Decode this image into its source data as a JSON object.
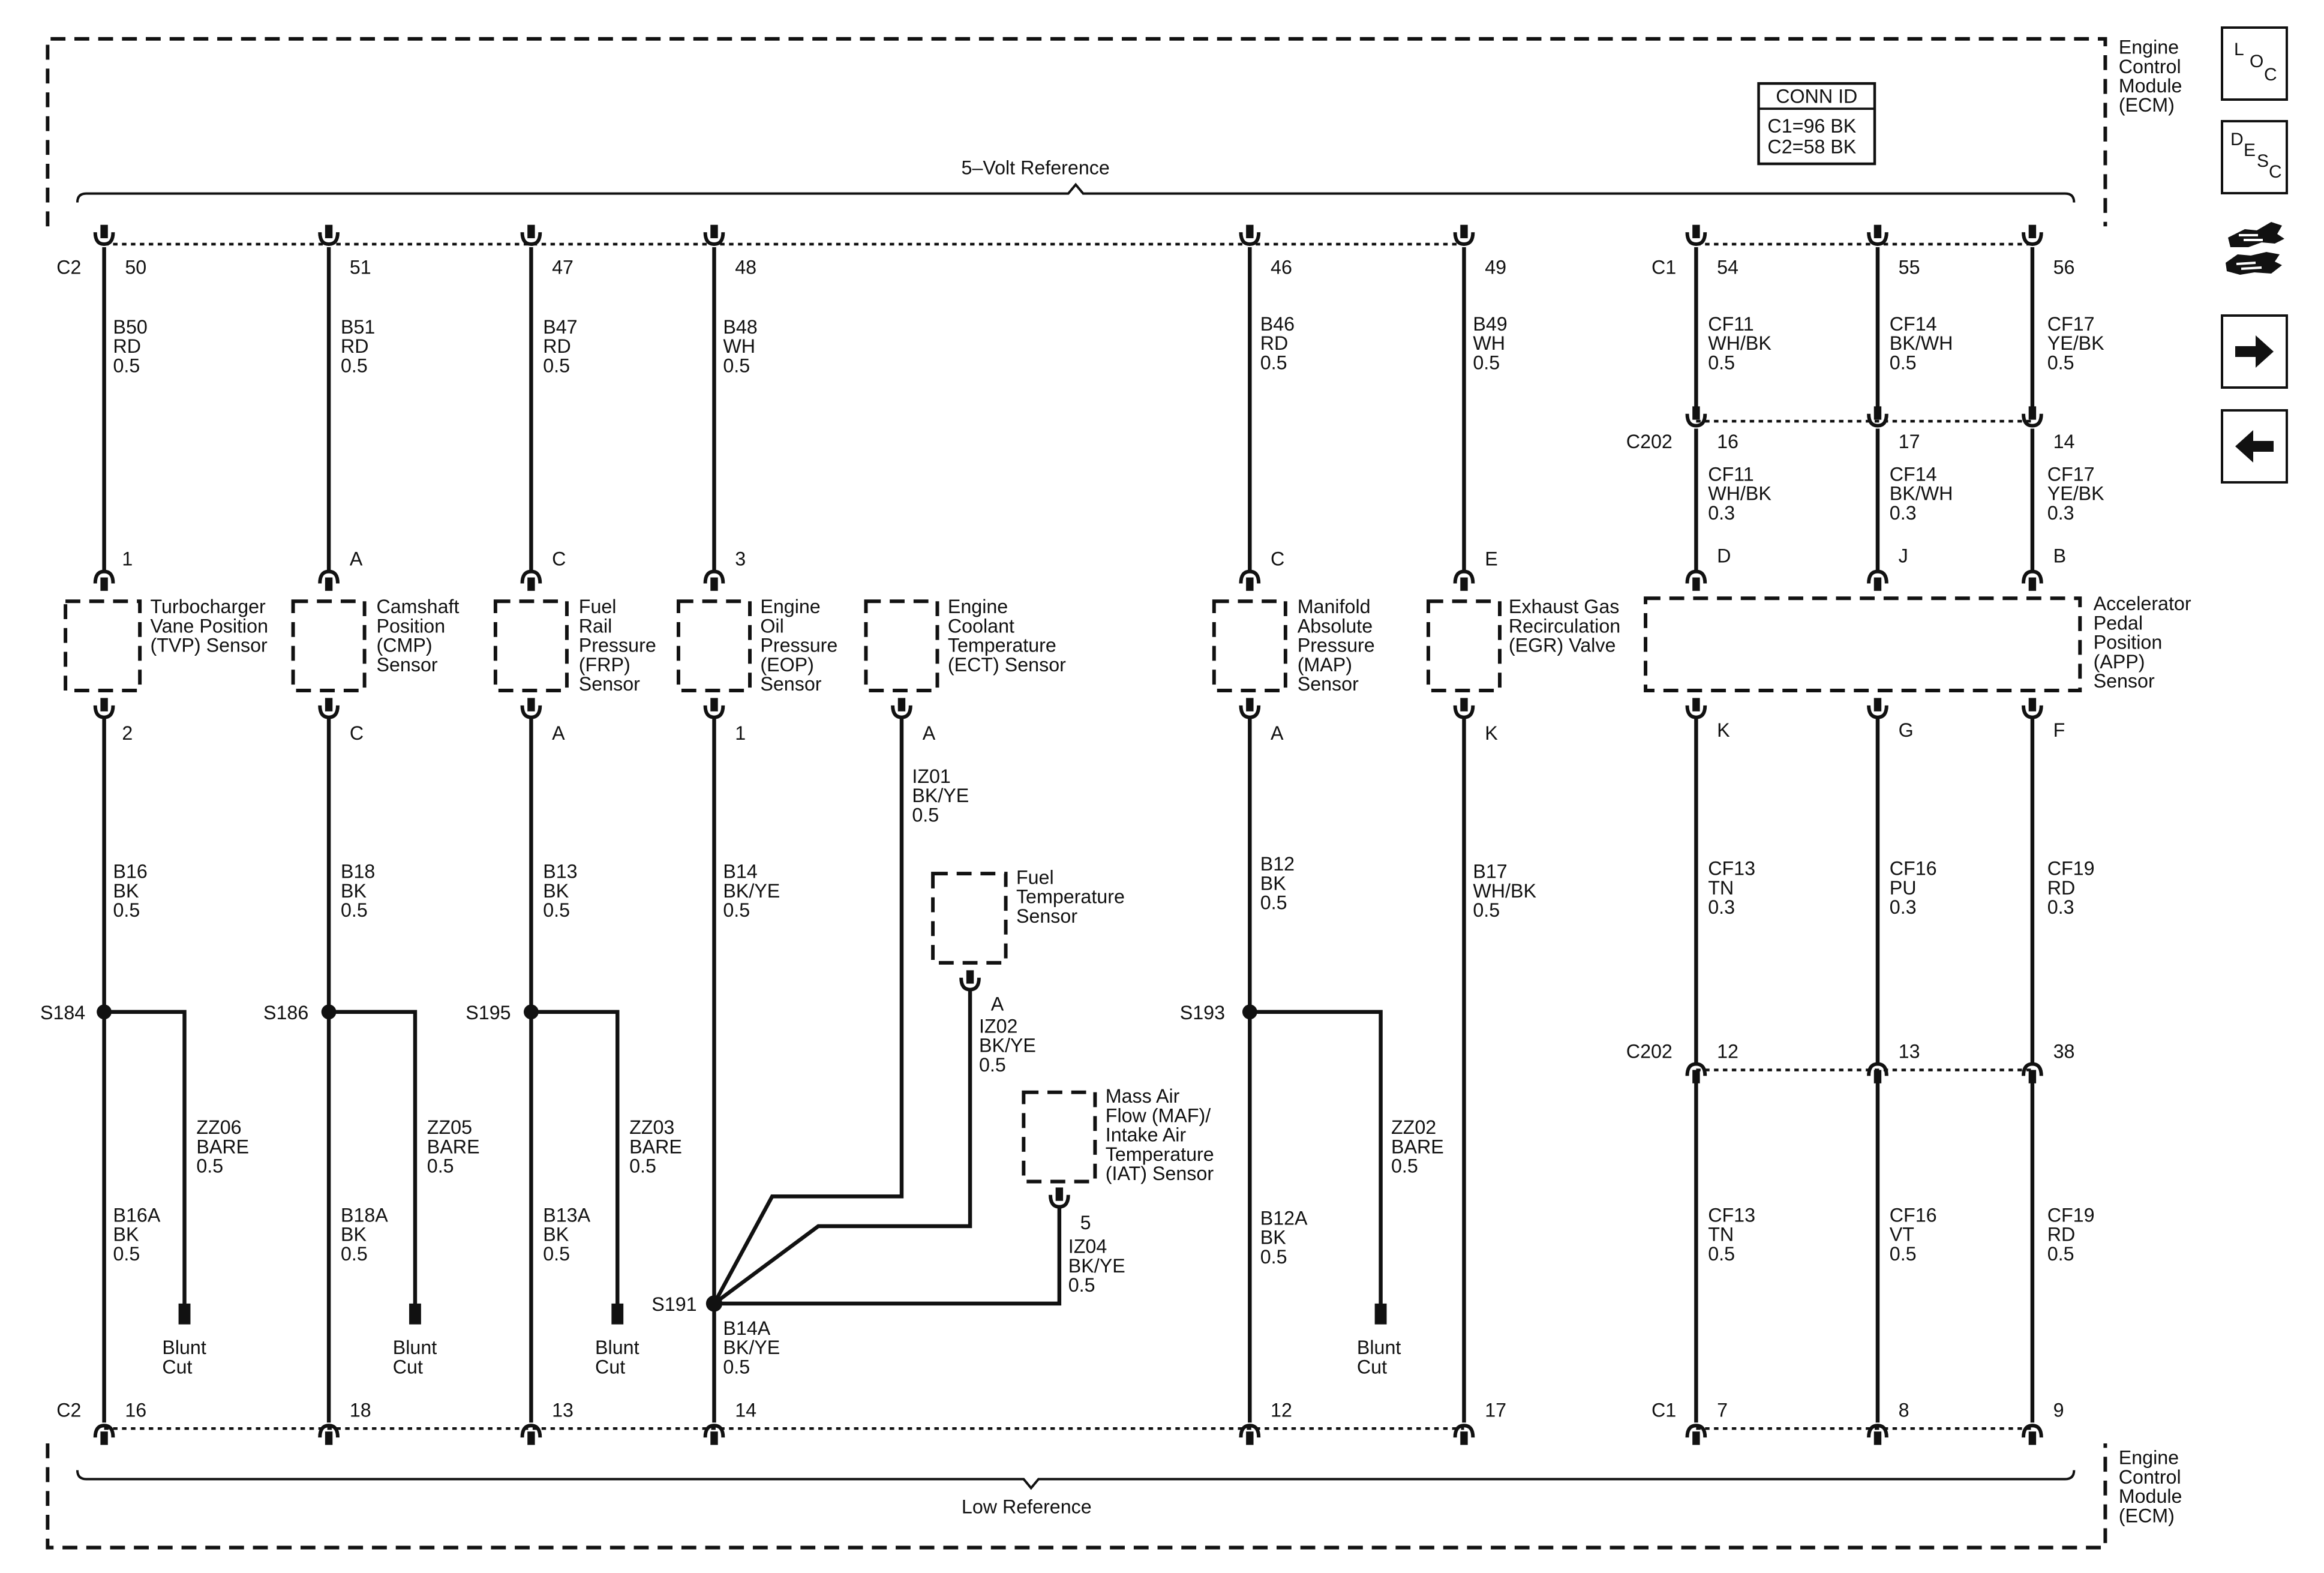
{
  "ecm": {
    "label_lines": [
      "Engine",
      "Control",
      "Module",
      "(ECM)"
    ],
    "top_ref": "5–Volt Reference",
    "bottom_ref": "Low Reference"
  },
  "conn_id": {
    "title": "CONN ID",
    "lines": [
      "C1=96 BK",
      "C2=58 BK"
    ]
  },
  "connectors": {
    "c1": "C1",
    "c2": "C2",
    "c202": "C202"
  },
  "top_pins": [
    "50",
    "51",
    "47",
    "48",
    "46",
    "49",
    "54",
    "55",
    "56"
  ],
  "bottom_pins": [
    "16",
    "18",
    "13",
    "14",
    "12",
    "17",
    "7",
    "8",
    "9"
  ],
  "wires_top": [
    [
      "B50",
      "RD",
      "0.5"
    ],
    [
      "B51",
      "RD",
      "0.5"
    ],
    [
      "B47",
      "RD",
      "0.5"
    ],
    [
      "B48",
      "WH",
      "0.5"
    ],
    [
      "B46",
      "RD",
      "0.5"
    ],
    [
      "B49",
      "WH",
      "0.5"
    ],
    [
      "CF11",
      "WH/BK",
      "0.5"
    ],
    [
      "CF14",
      "BK/WH",
      "0.5"
    ],
    [
      "CF17",
      "YE/BK",
      "0.5"
    ]
  ],
  "c202_top_pins": [
    "16",
    "17",
    "14"
  ],
  "wires_c202_lower": [
    [
      "CF11",
      "WH/BK",
      "0.3"
    ],
    [
      "CF14",
      "BK/WH",
      "0.3"
    ],
    [
      "CF17",
      "YE/BK",
      "0.3"
    ]
  ],
  "sensor_top_pins": [
    "1",
    "A",
    "C",
    "3",
    "C",
    "E",
    "D",
    "J",
    "B"
  ],
  "sensors": [
    [
      "Turbocharger",
      "Vane Position",
      "(TVP) Sensor"
    ],
    [
      "Camshaft",
      "Position",
      "(CMP)",
      "Sensor"
    ],
    [
      "Fuel",
      "Rail",
      "Pressure",
      "(FRP)",
      "Sensor"
    ],
    [
      "Engine",
      "Oil",
      "Pressure",
      "(EOP)",
      "Sensor"
    ],
    [
      "Engine",
      "Coolant",
      "Temperature",
      "(ECT) Sensor"
    ],
    [
      "Manifold",
      "Absolute",
      "Pressure",
      "(MAP)",
      "Sensor"
    ],
    [
      "Exhaust Gas",
      "Recirculation",
      "(EGR) Valve"
    ],
    [
      "Accelerator",
      "Pedal",
      "Position",
      "(APP)",
      "Sensor"
    ]
  ],
  "sensor_bottom_pins": [
    "2",
    "C",
    "A",
    "1",
    "A",
    "A",
    "K",
    "K",
    "G",
    "F"
  ],
  "wires_lower": [
    [
      "B16",
      "BK",
      "0.5"
    ],
    [
      "B18",
      "BK",
      "0.5"
    ],
    [
      "B13",
      "BK",
      "0.5"
    ],
    [
      "B14",
      "BK/YE",
      "0.5"
    ],
    [
      "B12",
      "BK",
      "0.5"
    ],
    [
      "B17",
      "WH/BK",
      "0.5"
    ],
    [
      "CF13",
      "TN",
      "0.3"
    ],
    [
      "CF16",
      "PU",
      "0.3"
    ],
    [
      "CF19",
      "RD",
      "0.3"
    ]
  ],
  "ect_wire": [
    "IZ01",
    "BK/YE",
    "0.5"
  ],
  "fuel_temp_sensor": [
    "Fuel",
    "Temperature",
    "Sensor"
  ],
  "fuel_temp_pin": "A",
  "fuel_temp_wire": [
    "IZ02",
    "BK/YE",
    "0.5"
  ],
  "maf_sensor": [
    "Mass Air",
    "Flow (MAF)/",
    "Intake Air",
    "Temperature",
    "(IAT) Sensor"
  ],
  "maf_pin": "5",
  "maf_wire": [
    "IZ04",
    "BK/YE",
    "0.5"
  ],
  "splices": [
    "S184",
    "S186",
    "S195",
    "S193",
    "S191"
  ],
  "drain_wires": [
    [
      "ZZ06",
      "BARE",
      "0.5"
    ],
    [
      "ZZ05",
      "BARE",
      "0.5"
    ],
    [
      "ZZ03",
      "BARE",
      "0.5"
    ],
    [
      "ZZ02",
      "BARE",
      "0.5"
    ]
  ],
  "blunt_cut": [
    "Blunt",
    "Cut"
  ],
  "c202_bottom_pins": [
    "12",
    "13",
    "38"
  ],
  "wires_bottom": [
    [
      "B16A",
      "BK",
      "0.5"
    ],
    [
      "B18A",
      "BK",
      "0.5"
    ],
    [
      "B13A",
      "BK",
      "0.5"
    ],
    [
      "B14A",
      "BK/YE",
      "0.5"
    ],
    [
      "B12A",
      "BK",
      "0.5"
    ],
    [
      "CF13",
      "TN",
      "0.5"
    ],
    [
      "CF16",
      "VT",
      "0.5"
    ],
    [
      "CF19",
      "RD",
      "0.5"
    ]
  ],
  "side_buttons": {
    "loc": [
      "L",
      "O",
      "C"
    ],
    "desc": [
      "D",
      "E",
      "S",
      "C"
    ]
  },
  "icons": [
    "loc-icon",
    "desc-icon",
    "wrench-hand-icon",
    "arrow-right-icon",
    "arrow-left-icon"
  ]
}
